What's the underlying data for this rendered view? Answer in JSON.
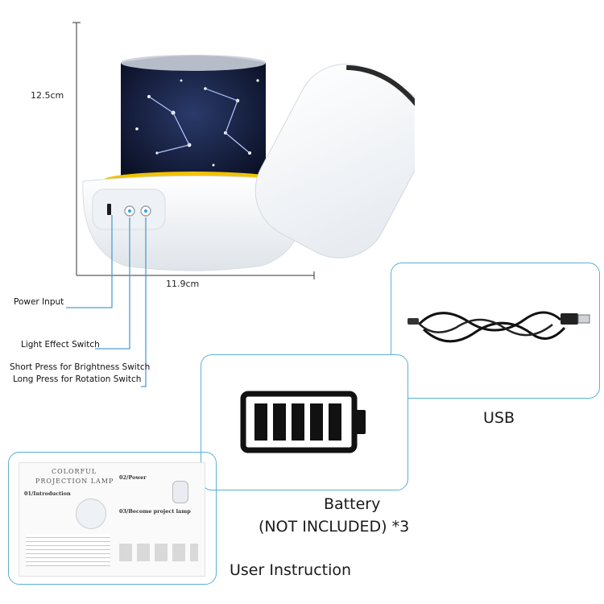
{
  "dimensions": {
    "height": "12.5cm",
    "width": "11.9cm"
  },
  "callouts": {
    "power_input": "Power Input",
    "light_effect": "Light Effect Switch",
    "press_line1": "Short Press for Brightness Switch",
    "press_line2": "Long Press for Rotation Switch"
  },
  "usb": {
    "label": "USB"
  },
  "battery": {
    "label_line1": "Battery",
    "label_line2": "(NOT INCLUDED) *3"
  },
  "manual": {
    "label": "User Instruction",
    "title_line1": "COLORFUL",
    "title_line2": "PROJECTION LAMP",
    "section_intro": "01/Introduction",
    "section_power": "02/Power",
    "section_become": "03/Become project lamp"
  },
  "colors": {
    "frame": "#5ab0d4",
    "accent_yellow": "#f2c200",
    "leader": "#4a9fd0"
  }
}
